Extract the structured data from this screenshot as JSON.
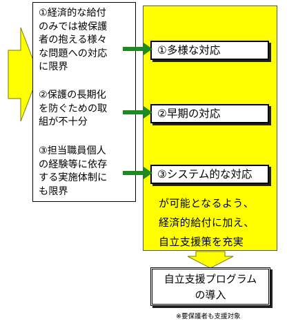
{
  "problems": [
    "①経済的な給付\nのみでは被保護\n者の抱える様々\nな問題への対応\nに限界",
    "②保護の長期化\nを防ぐための取\n組が不十分",
    "③担当職員個人\nの経験等に依存\nする実施体制に\nも限界"
  ],
  "responses": [
    "①多様な対応",
    "②早期の対応",
    "③システム的な対応"
  ],
  "result_text": "が可能となるよう、\n経済的給付に加え、\n自立支援策を充実",
  "introduction": "自立支援プログラム\nの導入",
  "note": "※要保護者も支援対象",
  "colors": {
    "yellow": "#ffff00",
    "arrow_green": "#1f8a1f",
    "arrow_yellow": "#ffff00"
  }
}
